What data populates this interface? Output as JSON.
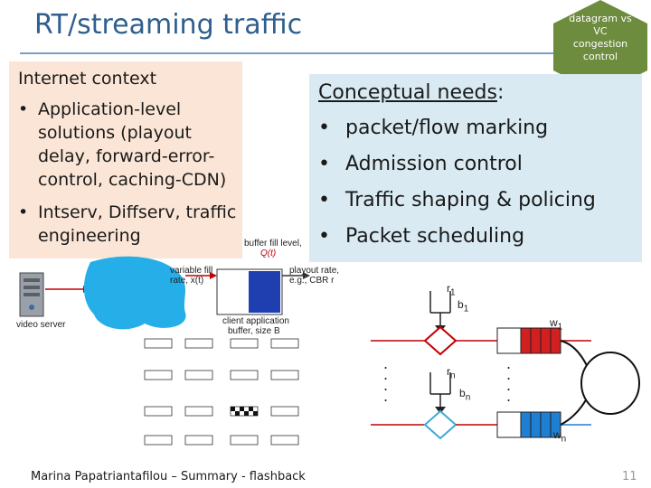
{
  "slide": {
    "title": "RT/streaming traffic",
    "badge_lines": [
      "datagram vs",
      "VC",
      "congestion",
      "control"
    ],
    "badge_color": "#6d8c3e",
    "footer": "Marina Papatriantafilou –  Summary - flashback",
    "page_number": "11"
  },
  "left_box": {
    "heading": "Internet context",
    "bullets": [
      "Application-level solutions (playout delay, forward-error-control, caching-CDN)",
      "Intserv, Diffserv, traffic engineering"
    ]
  },
  "right_box": {
    "heading": "Conceptual needs",
    "heading_suffix": ":",
    "bullets": [
      "packet/flow marking",
      "Admission control",
      "Traffic shaping & policing",
      "Packet scheduling"
    ]
  },
  "streaming_diagram": {
    "buffer_fill_label": "buffer fill level,",
    "buffer_fill_var": "Q(t)",
    "variable_fill_label": "variable fill",
    "variable_fill_rate": "rate, x(t)",
    "playout_label": "playout rate,",
    "playout_example": "e.g., CBR r",
    "client_label": "client application",
    "buffer_size_label": "buffer, size B",
    "server_label": "video server"
  },
  "scheduler_diagram": {
    "r1": "r",
    "r1_sub": "1",
    "b1": "b",
    "b1_sub": "1",
    "rn": "r",
    "rn_sub": "n",
    "bn": "b",
    "bn_sub": "n",
    "w1": "w",
    "w1_sub": "1",
    "wn": "w",
    "wn_sub": "n",
    "colors": {
      "queue_red": "#d21f1f",
      "queue_blue": "#1f7fd2",
      "marker": "#3fa9d6",
      "blob": "#25aee8",
      "buffer_fill": "#1f3fb0"
    }
  }
}
